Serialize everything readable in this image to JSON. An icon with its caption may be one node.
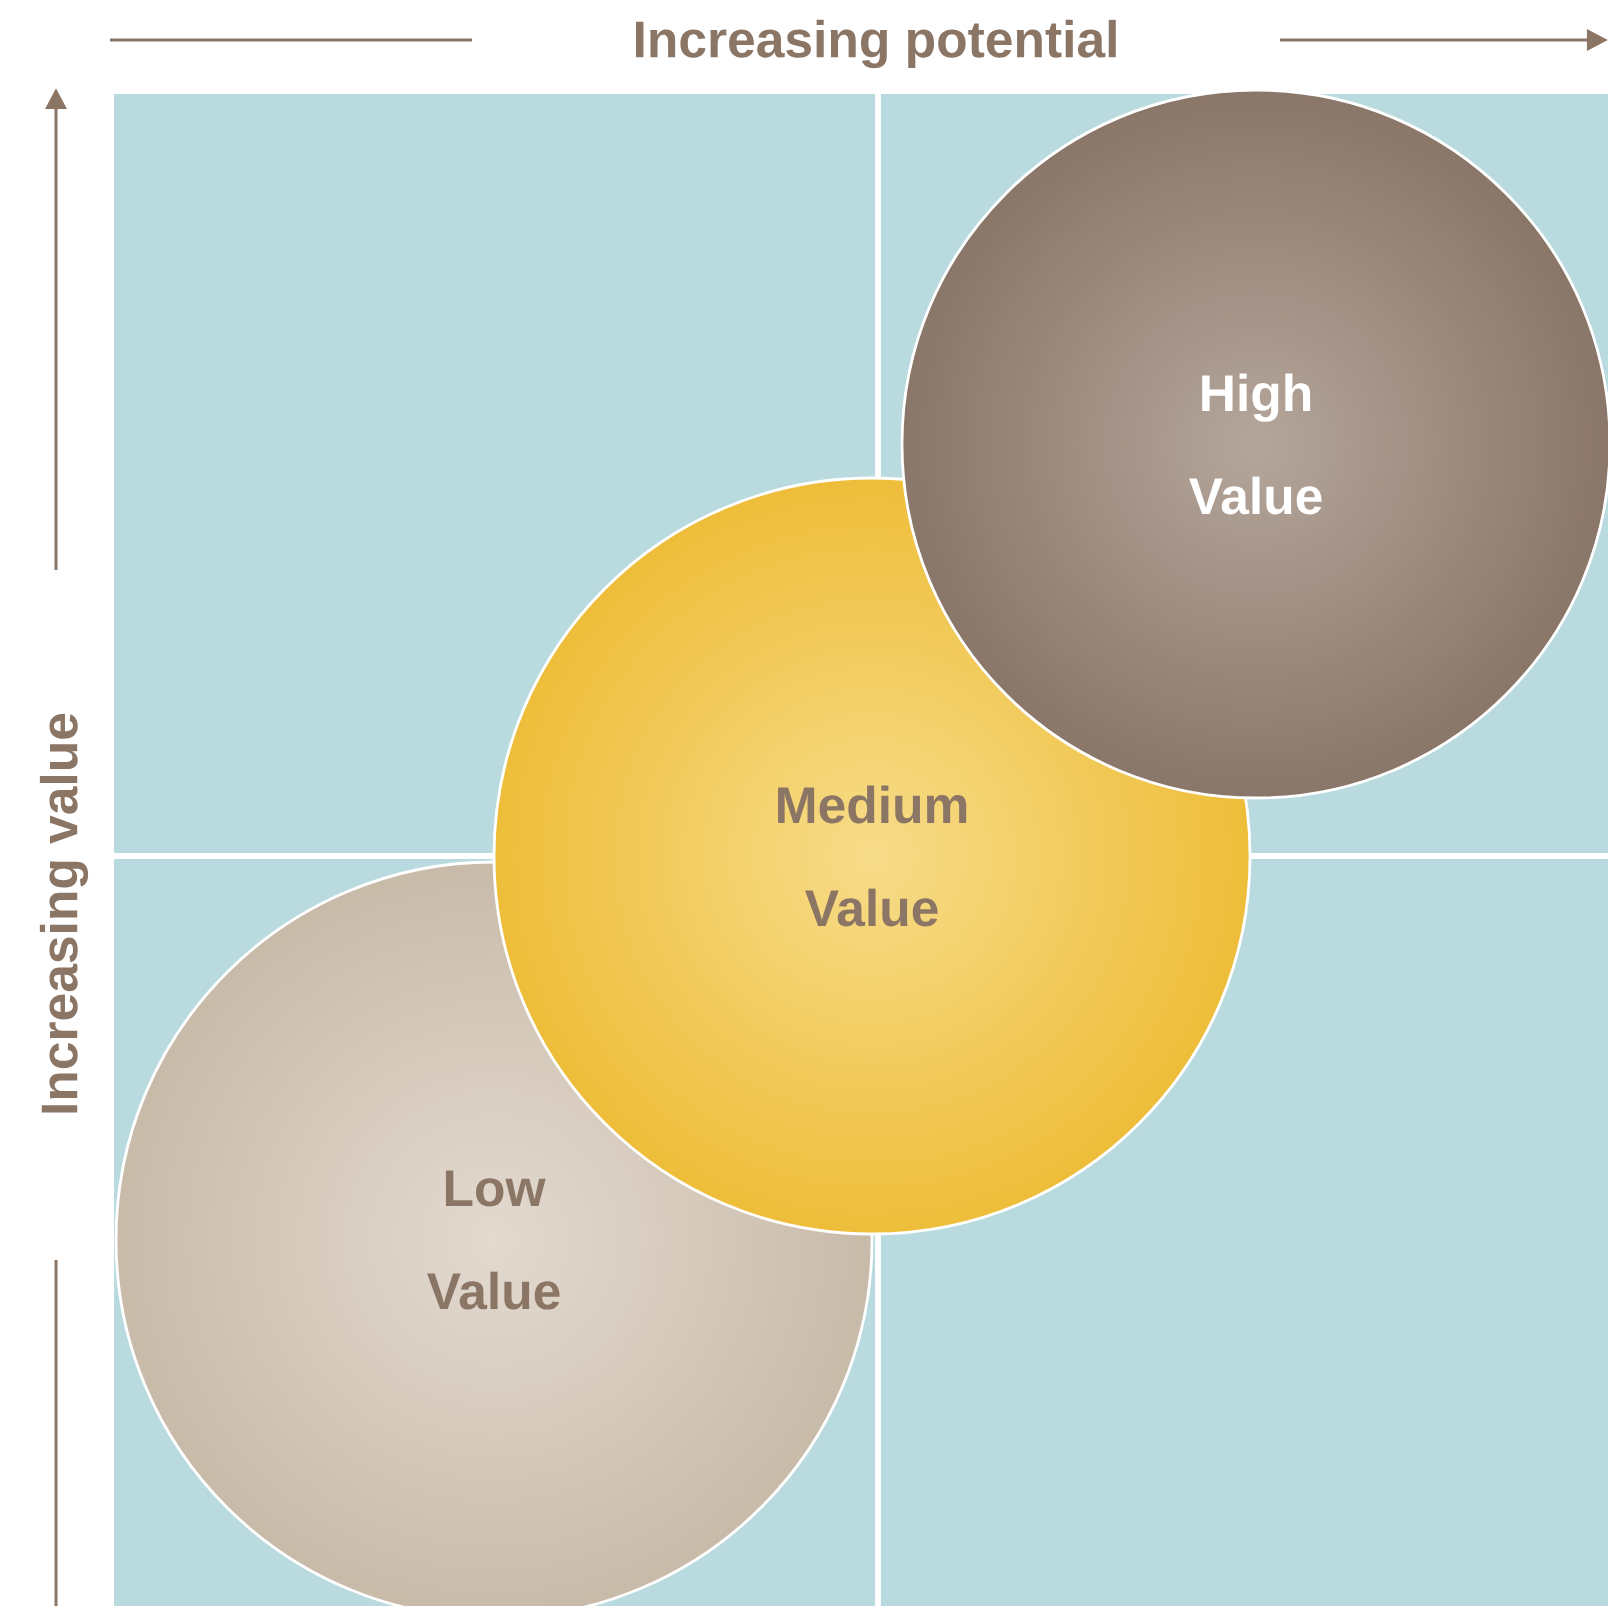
{
  "diagram": {
    "nodes": [
      {
        "text": [
          "Low Value"
        ]
      },
      {
        "text": [
          "Medium Value"
        ]
      },
      {
        "text": [
          "High Value"
        ]
      }
    ],
    "labels": [
      "Increasing potential",
      "Increasing value"
    ]
  }
}
